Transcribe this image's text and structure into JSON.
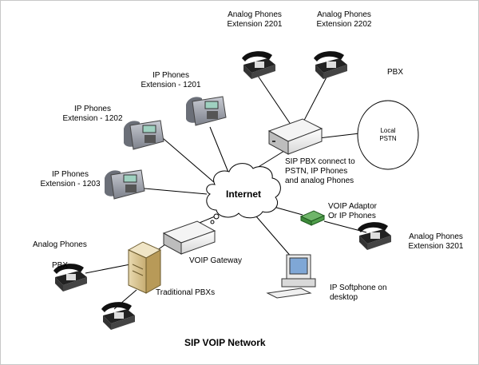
{
  "diagram": {
    "title": "SIP VOIP Network",
    "internet": "Internet",
    "pbx_label": "PBX",
    "local_pstn": [
      "Local",
      "PSTN"
    ],
    "analog_2201": [
      "Analog Phones",
      "Extension 2201"
    ],
    "analog_2202": [
      "Analog Phones",
      "Extension 2202"
    ],
    "ip_1201": [
      "IP Phones",
      "Extension - 1201"
    ],
    "ip_1202": [
      "IP Phones",
      "Extension - 1202"
    ],
    "ip_1203": [
      "IP Phones",
      "Extension - 1203"
    ],
    "sip_pbx": [
      "SIP PBX connect to",
      "PSTN, IP Phones",
      "and analog Phones"
    ],
    "voip_adaptor": [
      "VOIP Adaptor",
      "Or IP Phones"
    ],
    "analog_3201": [
      "Analog Phones",
      "Extension 3201"
    ],
    "voip_gateway": "VOIP Gateway",
    "analog_phones_left": "Analog Phones",
    "pbx_left": "PBX",
    "traditional_pbxs": "Traditional PBXs",
    "softphone": [
      "IP Softphone on",
      "desktop"
    ]
  }
}
